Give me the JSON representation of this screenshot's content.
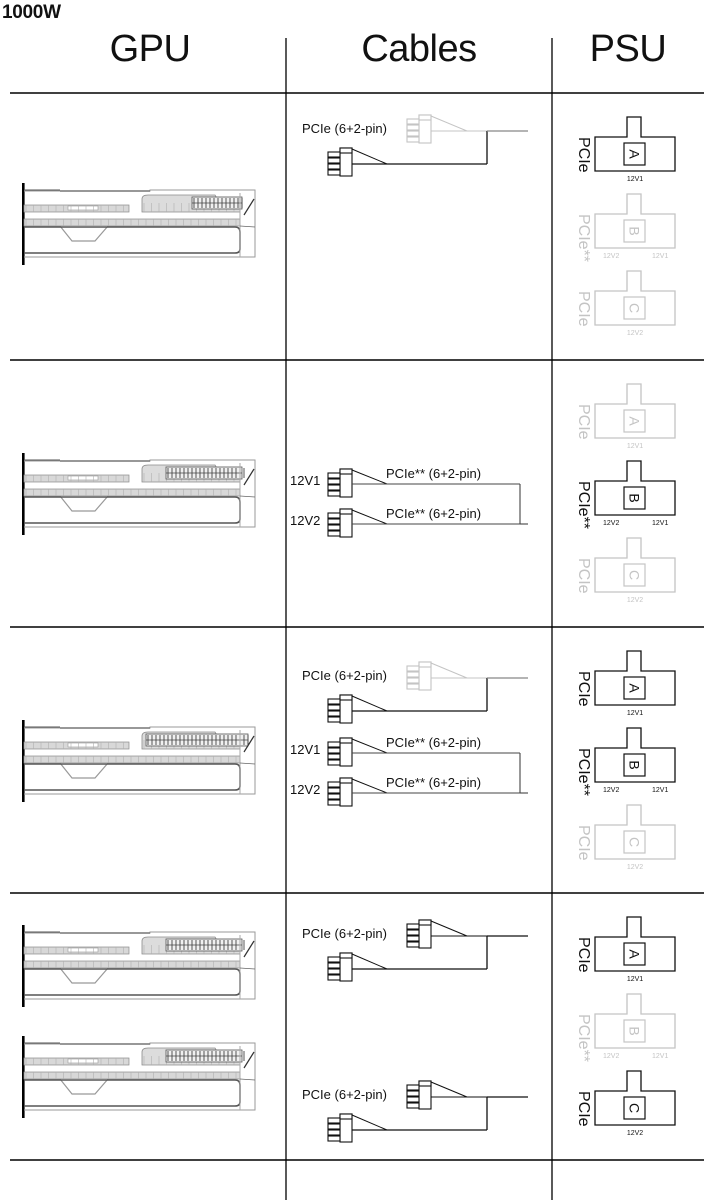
{
  "title": "1000W",
  "columns": [
    {
      "key": "gpu",
      "label": "GPU"
    },
    {
      "key": "cables",
      "label": "Cables"
    },
    {
      "key": "psu",
      "label": "PSU"
    }
  ],
  "colors": {
    "active": "#111111",
    "inactive": "#c4c4c4",
    "grid": "#000000",
    "gpu_detail": "#8a8a8a"
  },
  "psu_connectors": {
    "A": {
      "side_label": "PCIe",
      "rails": [
        "12V1"
      ]
    },
    "B": {
      "side_label": "PCIe**",
      "rails": [
        "12V2",
        "12V1"
      ]
    },
    "C": {
      "side_label": "PCIe",
      "rails": [
        "12V2"
      ]
    }
  },
  "rows": [
    {
      "gpu_count": 1,
      "gpu_connector": "6+2 x2",
      "cables": [
        {
          "type": "split",
          "label": "PCIe (6+2-pin)",
          "top_active": false,
          "bottom_active": true
        }
      ],
      "psu_active": {
        "A": true,
        "B": false,
        "C": false
      }
    },
    {
      "gpu_count": 1,
      "gpu_connector": "6+2 x3",
      "cables": [
        {
          "type": "dual_rail",
          "rail_labels": [
            "12V1",
            "12V2"
          ],
          "labels": [
            "PCIe** (6+2-pin)",
            "PCIe** (6+2-pin)"
          ]
        }
      ],
      "psu_active": {
        "A": false,
        "B": true,
        "C": false
      }
    },
    {
      "gpu_count": 1,
      "gpu_connector": "6+2 x4",
      "cables": [
        {
          "type": "split",
          "label": "PCIe (6+2-pin)",
          "top_active": false,
          "bottom_active": true
        },
        {
          "type": "dual_rail",
          "rail_labels": [
            "12V1",
            "12V2"
          ],
          "labels": [
            "PCIe** (6+2-pin)",
            "PCIe** (6+2-pin)"
          ]
        }
      ],
      "psu_active": {
        "A": true,
        "B": true,
        "C": false
      }
    },
    {
      "gpu_count": 2,
      "gpu_connector": "6+2 x3",
      "cables": [
        {
          "type": "split",
          "label": "PCIe (6+2-pin)",
          "top_active": true,
          "bottom_active": true
        },
        {
          "type": "split",
          "label": "PCIe (6+2-pin)",
          "top_active": true,
          "bottom_active": true
        }
      ],
      "psu_active": {
        "A": true,
        "B": false,
        "C": true
      }
    }
  ]
}
